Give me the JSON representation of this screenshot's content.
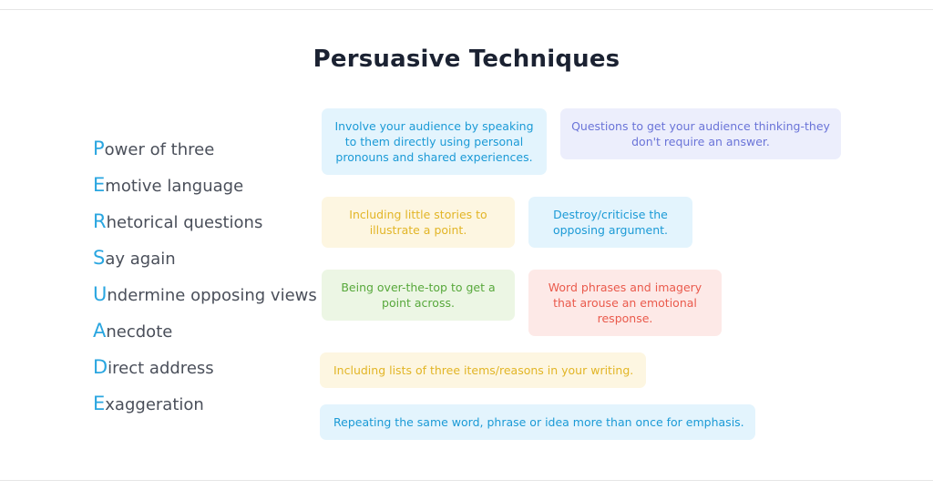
{
  "title": "Persuasive Techniques",
  "acrostic": [
    {
      "initial": "P",
      "rest": "ower of three"
    },
    {
      "initial": "E",
      "rest": "motive language"
    },
    {
      "initial": "R",
      "rest": "hetorical questions"
    },
    {
      "initial": "S",
      "rest": "ay again"
    },
    {
      "initial": "U",
      "rest": "ndermine opposing views"
    },
    {
      "initial": "A",
      "rest": "necdote"
    },
    {
      "initial": "D",
      "rest": "irect address"
    },
    {
      "initial": "E",
      "rest": "xaggeration"
    }
  ],
  "cards": {
    "direct_address": "Involve your audience by speaking to them directly using personal pronouns and shared experiences.",
    "rhetorical_questions": "Questions to get your audience thinking-they don't require an answer.",
    "anecdote": "Including little stories to illustrate a point.",
    "undermine": "Destroy/criticise the opposing argument.",
    "exaggeration": "Being over-the-top to get a point across.",
    "emotive_language": "Word phrases and imagery that arouse an emotional response.",
    "power_of_three": "Including lists of three items/reasons in your writing.",
    "say_again": "Repeating the same word, phrase or idea more than once for emphasis."
  },
  "colors": {
    "title": "#1b2232",
    "initial_letter": "#2aa6e0",
    "blue_card": "#e3f4fd",
    "lavender_card": "#eceefc",
    "yellow_card": "#fdf6e1",
    "green_card": "#ecf6e4",
    "red_card": "#fde9e7"
  }
}
